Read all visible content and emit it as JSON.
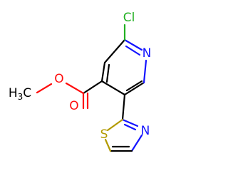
{
  "atoms": {
    "chlorine": "Cl",
    "pyridine_nitrogen": "N",
    "ester_oxygen": "O",
    "carbonyl_oxygen": "O",
    "methyl": "H3C",
    "thiazole_sulfur": "S",
    "thiazole_nitrogen": "N"
  },
  "colors": {
    "bond": "#000000",
    "nitrogen": "#1414ff",
    "oxygen": "#ff0d0d",
    "sulfur": "#b29a00",
    "chlorine": "#21b021"
  }
}
